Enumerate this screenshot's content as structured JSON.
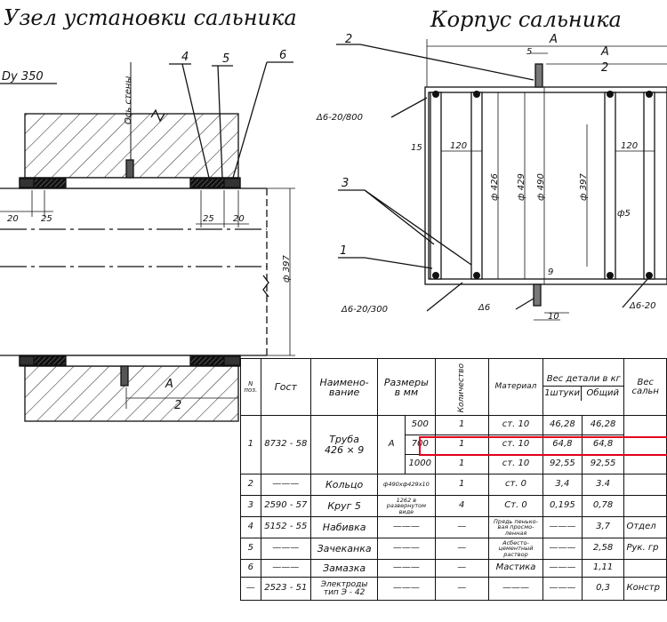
{
  "titles": {
    "left": "Узел установки сальника",
    "right": "Корпус сальника"
  },
  "left_drawing": {
    "dy": "Dу 350",
    "wall_axis": "Ось стены",
    "callouts": [
      "4",
      "5",
      "6"
    ],
    "dims": [
      "20",
      "25",
      "25",
      "20"
    ],
    "diameter": "ф 397",
    "half_a_num": "А",
    "half_a_den": "2"
  },
  "right_drawing": {
    "callouts": [
      "2",
      "3",
      "1"
    ],
    "weld_top": "Δ6-20/800",
    "weld_bottom_left": "Δ6-20/300",
    "weld_bottom_mid": "Δ6",
    "weld_bottom_right": "Δ6-20",
    "dim_a": "А",
    "dim_a_half_num": "А",
    "dim_a_half_den": "2",
    "dim_5": "5",
    "dim_15": "15",
    "dim_120_left": "120",
    "dim_120_right": "120",
    "dim_d426": "ф 426",
    "dim_d429": "ф 429",
    "dim_d490": "ф 490",
    "dim_d397": "ф 397",
    "dim_phi5": "ф5",
    "dim_9": "9",
    "dim_10": "10"
  },
  "table": {
    "headers": {
      "pos": "N поз.",
      "gost": "Гост",
      "name": "Наимено-вание",
      "sizes": "Размеры в мм",
      "qty": "Количество",
      "material": "Материал",
      "weight": "Вес детали в кг",
      "weight_piece": "1штуки",
      "weight_total": "Общий",
      "weight_assembly": "Вес сальн"
    },
    "size_letter": "А",
    "pipe": {
      "pos": "1",
      "gost": "8732 - 58",
      "name": "Труба",
      "name2": "426 × 9",
      "rows": [
        {
          "a": "500",
          "qty": "1",
          "material": "ст. 10",
          "piece": "46,28",
          "total": "46,28"
        },
        {
          "a": "700",
          "qty": "1",
          "material": "ст. 10",
          "piece": "64,8",
          "total": "64,8"
        },
        {
          "a": "1000",
          "qty": "1",
          "material": "ст. 10",
          "piece": "92,55",
          "total": "92,55"
        }
      ]
    },
    "rows": [
      {
        "pos": "2",
        "gost": "———",
        "name": "Кольцо",
        "size": "ф490хф429х10",
        "qty": "1",
        "material": "ст. 0",
        "piece": "3,4",
        "total": "3.4",
        "extra": ""
      },
      {
        "pos": "3",
        "gost": "2590 - 57",
        "name": "Круг 5",
        "size": "1262 в развернутом виде",
        "qty": "4",
        "material": "Ст. 0",
        "piece": "0,195",
        "total": "0,78",
        "extra": ""
      },
      {
        "pos": "4",
        "gost": "5152 - 55",
        "name": "Набивка",
        "size": "———",
        "qty": "—",
        "material": "Прядь пенько-вая просмо-ленная",
        "piece": "———",
        "total": "3,7",
        "extra": "Отдел"
      },
      {
        "pos": "5",
        "gost": "———",
        "name": "Зачеканка",
        "size": "———",
        "qty": "—",
        "material": "Асбесто-цементный раствор",
        "piece": "———",
        "total": "2,58",
        "extra": "Рук. гр"
      },
      {
        "pos": "6",
        "gost": "———",
        "name": "Замазка",
        "size": "———",
        "qty": "—",
        "material": "Мастика",
        "piece": "———",
        "total": "1,11",
        "extra": ""
      },
      {
        "pos": "—",
        "gost": "2523 - 51",
        "name": "Электроды тип Э - 42",
        "size": "———",
        "qty": "—",
        "material": "———",
        "piece": "———",
        "total": "0,3",
        "extra": "Констр"
      }
    ]
  },
  "highlight_color": "#e0001b"
}
